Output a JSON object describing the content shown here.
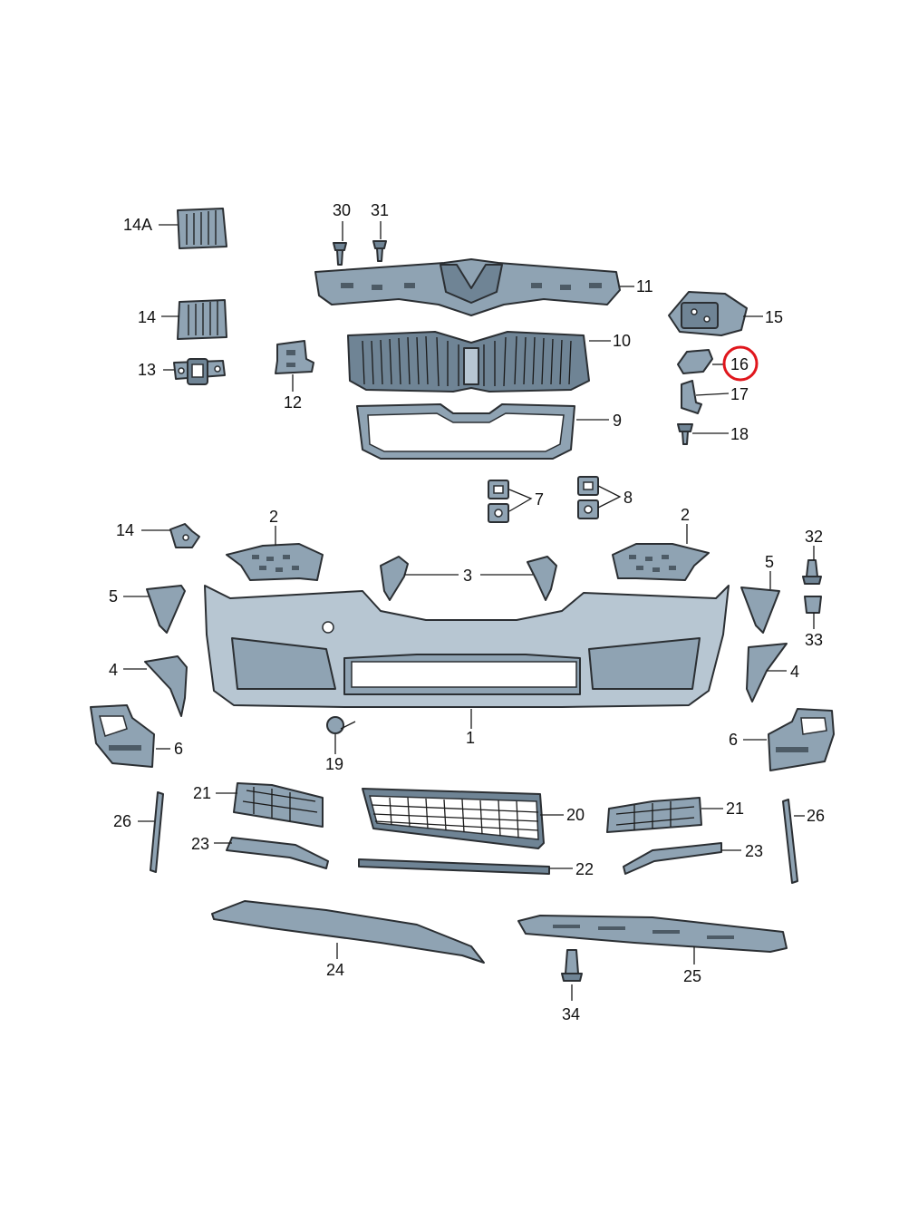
{
  "callouts": {
    "p1": "1",
    "p2l": "2",
    "p2r": "2",
    "p3": "3",
    "p4l": "4",
    "p4r": "4",
    "p5l": "5",
    "p5r": "5",
    "p6l": "6",
    "p6r": "6",
    "p7": "7",
    "p8": "8",
    "p9": "9",
    "p10": "10",
    "p11": "11",
    "p12": "12",
    "p13": "13",
    "p14": "14",
    "p14b": "14",
    "p14a": "14A",
    "p15": "15",
    "p16": "16",
    "p17": "17",
    "p18": "18",
    "p19": "19",
    "p20": "20",
    "p21l": "21",
    "p21r": "21",
    "p22": "22",
    "p23l": "23",
    "p23r": "23",
    "p24": "24",
    "p25": "25",
    "p26l": "26",
    "p26r": "26",
    "p30": "30",
    "p31": "31",
    "p32": "32",
    "p33": "33",
    "p34": "34"
  },
  "highlighted_part": "16",
  "colors": {
    "part_fill": "#8fa3b3",
    "outline": "#2b2f33",
    "highlight": "#e0161c"
  }
}
